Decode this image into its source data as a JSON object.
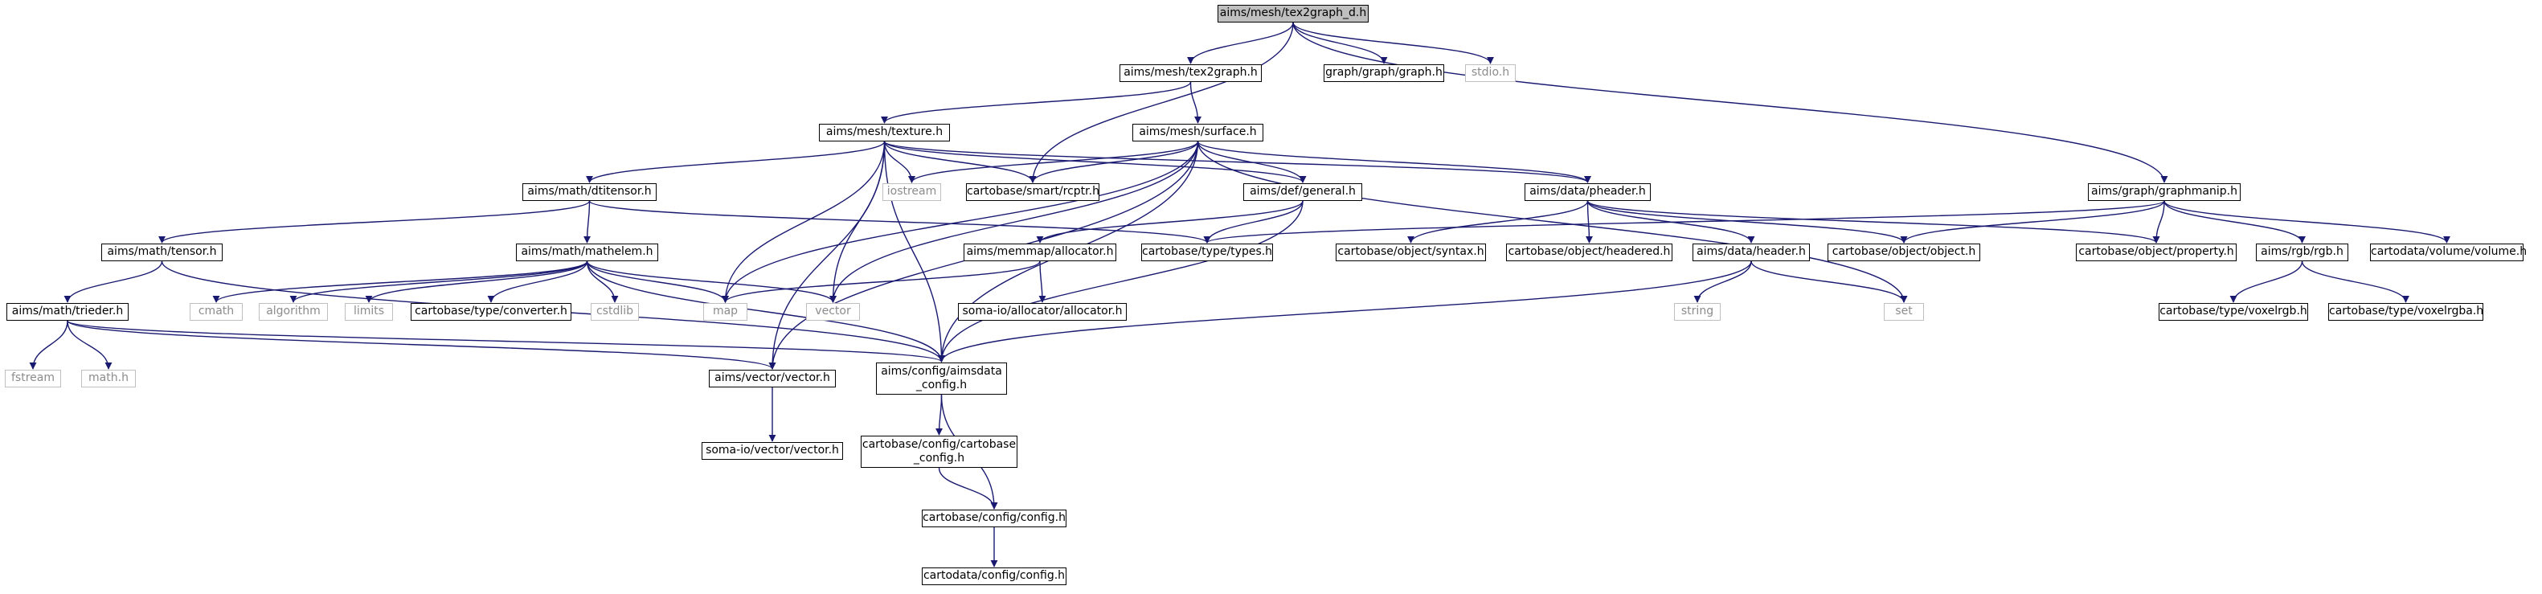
{
  "graph": {
    "colors": {
      "edge": "#191970",
      "node_border": "#000000",
      "system_border": "#bfbfbf",
      "system_text": "#8c8c8c",
      "root_fill": "#bfbfbf"
    },
    "nodes": {
      "n_root": "aims/mesh/tex2graph_d.h",
      "n_tex2graph": "aims/mesh/tex2graph.h",
      "n_graph": "graph/graph/graph.h",
      "n_stdio": "stdio.h",
      "n_texture": "aims/mesh/texture.h",
      "n_surface": "aims/mesh/surface.h",
      "n_graphmanip": "aims/graph/graphmanip.h",
      "n_dtitensor": "aims/math/dtitensor.h",
      "n_iostream": "iostream",
      "n_rcptr": "cartobase/smart/rcptr.h",
      "n_general": "aims/def/general.h",
      "n_pheader": "aims/data/pheader.h",
      "n_tensor": "aims/math/tensor.h",
      "n_mathelem": "aims/math/mathelem.h",
      "n_allocator": "aims/memmap/allocator.h",
      "n_types": "cartobase/type/types.h",
      "n_syntax": "cartobase/object/syntax.h",
      "n_headered": "cartobase/object/headered.h",
      "n_header": "aims/data/header.h",
      "n_object": "cartobase/object/object.h",
      "n_property": "cartobase/object/property.h",
      "n_rgb": "aims/rgb/rgb.h",
      "n_cvolume": "cartodata/volume/volume.h",
      "n_trieder": "aims/math/trieder.h",
      "n_cmath": "cmath",
      "n_algorithm": "algorithm",
      "n_limits": "limits",
      "n_converter": "cartobase/type/converter.h",
      "n_cstdlib": "cstdlib",
      "n_map": "map",
      "n_vector": "vector",
      "n_somaalloc": "soma-io/allocator/allocator.h",
      "n_string": "string",
      "n_set": "set",
      "n_voxelrgb": "cartobase/type/voxelrgb.h",
      "n_voxelrgba": "cartobase/type/voxelrgba.h",
      "n_fstream": "fstream",
      "n_mathh": "math.h",
      "n_aimsvector": "aims/vector/vector.h",
      "n_aimsdataconfig": [
        "aims/config/aimsdata",
        "_config.h"
      ],
      "n_somavector": "soma-io/vector/vector.h",
      "n_cartobaseconfig": [
        "cartobase/config/cartobase",
        "_config.h"
      ],
      "n_config": "cartobase/config/config.h",
      "n_cdconfig": "cartodata/config/config.h"
    },
    "edges": [
      [
        "n_root",
        "n_tex2graph"
      ],
      [
        "n_root",
        "n_rcptr"
      ],
      [
        "n_root",
        "n_graph"
      ],
      [
        "n_root",
        "n_stdio"
      ],
      [
        "n_root",
        "n_graphmanip"
      ],
      [
        "n_tex2graph",
        "n_texture"
      ],
      [
        "n_tex2graph",
        "n_surface"
      ],
      [
        "n_texture",
        "n_dtitensor"
      ],
      [
        "n_texture",
        "n_iostream"
      ],
      [
        "n_texture",
        "n_rcptr"
      ],
      [
        "n_texture",
        "n_general"
      ],
      [
        "n_texture",
        "n_pheader"
      ],
      [
        "n_texture",
        "n_map"
      ],
      [
        "n_texture",
        "n_vector"
      ],
      [
        "n_texture",
        "n_aimsvector"
      ],
      [
        "n_texture",
        "n_aimsdataconfig"
      ],
      [
        "n_surface",
        "n_iostream"
      ],
      [
        "n_surface",
        "n_rcptr"
      ],
      [
        "n_surface",
        "n_general"
      ],
      [
        "n_surface",
        "n_pheader"
      ],
      [
        "n_surface",
        "n_map"
      ],
      [
        "n_surface",
        "n_vector"
      ],
      [
        "n_surface",
        "n_aimsvector"
      ],
      [
        "n_surface",
        "n_aimsdataconfig"
      ],
      [
        "n_surface",
        "n_set"
      ],
      [
        "n_graphmanip",
        "n_types"
      ],
      [
        "n_graphmanip",
        "n_object"
      ],
      [
        "n_graphmanip",
        "n_property"
      ],
      [
        "n_graphmanip",
        "n_rgb"
      ],
      [
        "n_graphmanip",
        "n_cvolume"
      ],
      [
        "n_dtitensor",
        "n_tensor"
      ],
      [
        "n_dtitensor",
        "n_mathelem"
      ],
      [
        "n_dtitensor",
        "n_types"
      ],
      [
        "n_general",
        "n_allocator"
      ],
      [
        "n_general",
        "n_types"
      ],
      [
        "n_general",
        "n_aimsdataconfig"
      ],
      [
        "n_pheader",
        "n_syntax"
      ],
      [
        "n_pheader",
        "n_headered"
      ],
      [
        "n_pheader",
        "n_header"
      ],
      [
        "n_pheader",
        "n_object"
      ],
      [
        "n_pheader",
        "n_property"
      ],
      [
        "n_tensor",
        "n_trieder"
      ],
      [
        "n_tensor",
        "n_aimsdataconfig"
      ],
      [
        "n_mathelem",
        "n_cmath"
      ],
      [
        "n_mathelem",
        "n_algorithm"
      ],
      [
        "n_mathelem",
        "n_limits"
      ],
      [
        "n_mathelem",
        "n_converter"
      ],
      [
        "n_mathelem",
        "n_cstdlib"
      ],
      [
        "n_mathelem",
        "n_map"
      ],
      [
        "n_mathelem",
        "n_vector"
      ],
      [
        "n_mathelem",
        "n_aimsdataconfig"
      ],
      [
        "n_allocator",
        "n_somaalloc"
      ],
      [
        "n_allocator",
        "n_map"
      ],
      [
        "n_header",
        "n_string"
      ],
      [
        "n_header",
        "n_set"
      ],
      [
        "n_header",
        "n_aimsdataconfig"
      ],
      [
        "n_rgb",
        "n_voxelrgb"
      ],
      [
        "n_rgb",
        "n_voxelrgba"
      ],
      [
        "n_trieder",
        "n_fstream"
      ],
      [
        "n_trieder",
        "n_mathh"
      ],
      [
        "n_trieder",
        "n_aimsvector"
      ],
      [
        "n_trieder",
        "n_aimsdataconfig"
      ],
      [
        "n_aimsvector",
        "n_somavector"
      ],
      [
        "n_aimsdataconfig",
        "n_cartobaseconfig"
      ],
      [
        "n_aimsdataconfig",
        "n_config"
      ],
      [
        "n_cartobaseconfig",
        "n_config"
      ],
      [
        "n_config",
        "n_cdconfig"
      ]
    ]
  }
}
